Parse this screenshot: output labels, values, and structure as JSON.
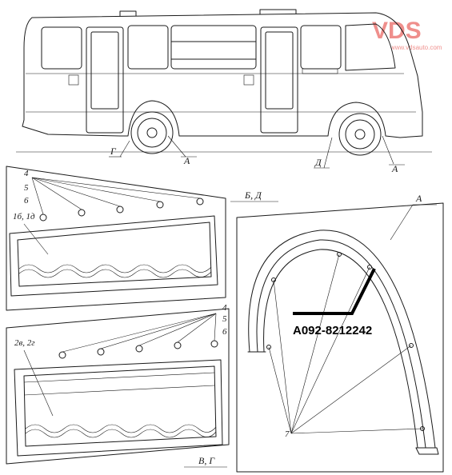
{
  "watermark": {
    "brand": "VDS",
    "url": "www.vdsauto.com",
    "color": "#e2342f"
  },
  "labels": {
    "a_top_left": "А",
    "a_top_right": "А",
    "g_top": "Г",
    "d_top": "Д",
    "detail_bd": "Б, Д",
    "detail_vg": "В, Г",
    "detail_a": "А",
    "part_4a": "4",
    "part_5a": "5",
    "part_6a": "6",
    "part_1b1d": "1б, 1д",
    "part_4b": "4",
    "part_5b": "5",
    "part_6b": "6",
    "part_2v2g": "2в, 2г",
    "part_7": "7"
  },
  "part_number": "A092-8212242"
}
